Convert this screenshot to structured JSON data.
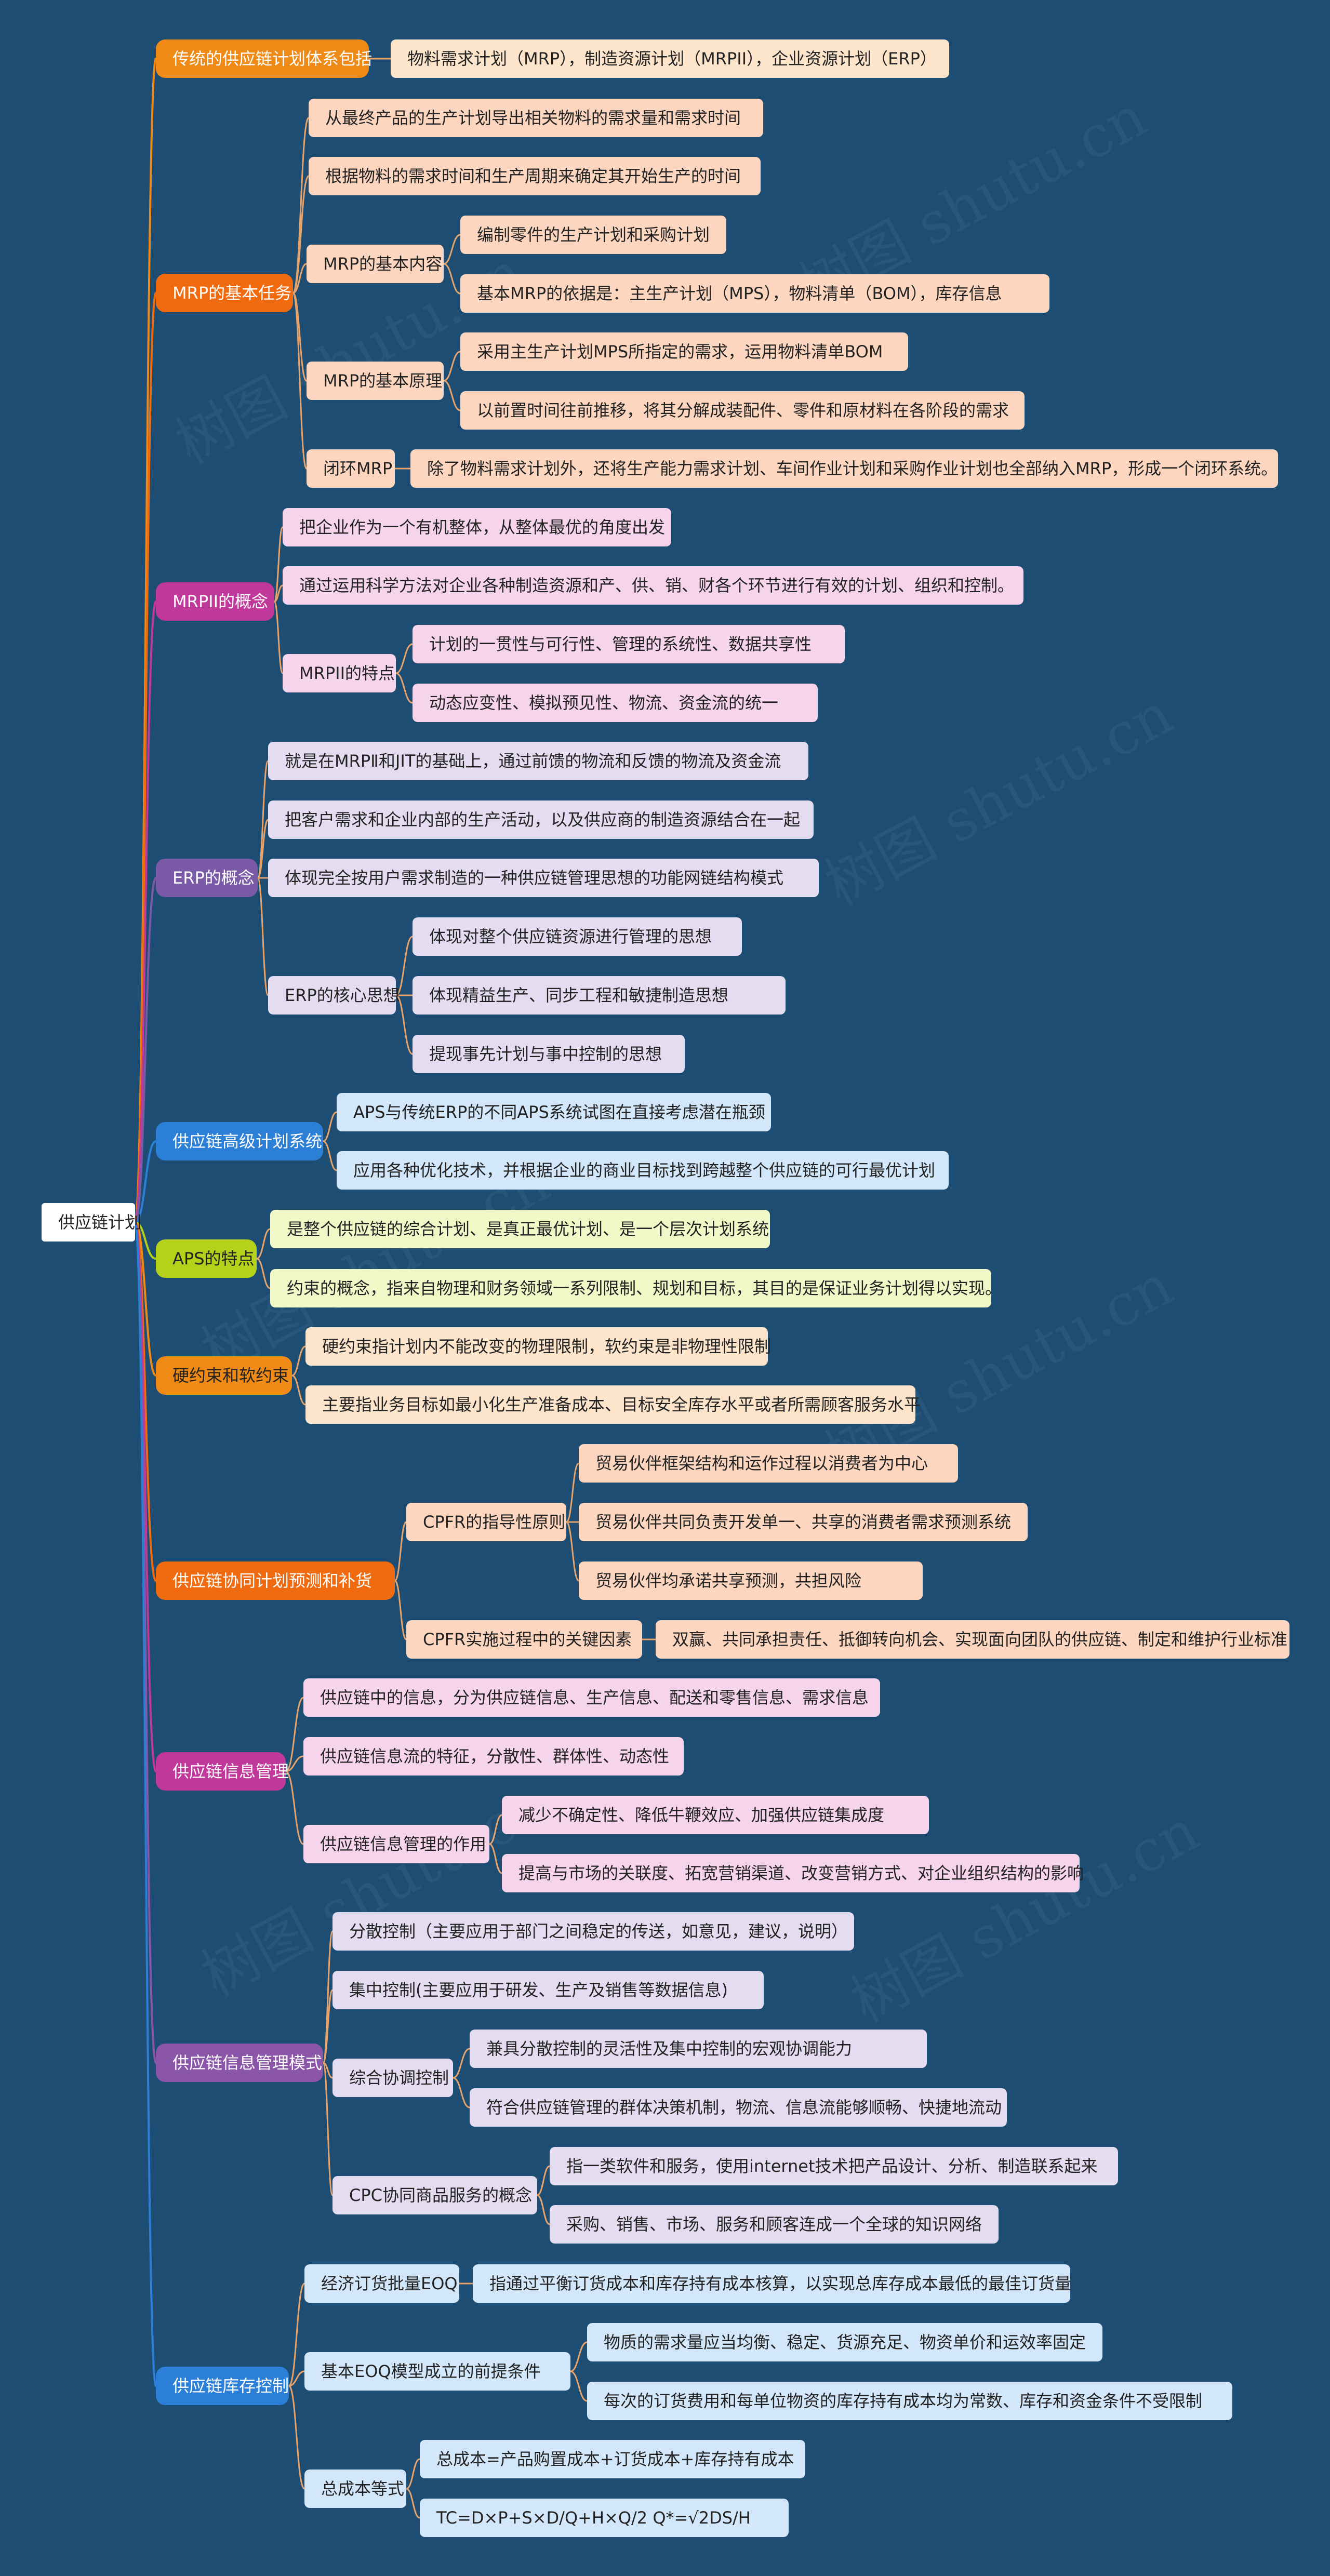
{
  "root": "供应链计划",
  "watermark": "树图 shutu.cn",
  "colors": {
    "orange": "#f08a16",
    "orange_light": "#fde5cc",
    "orange_red": "#f06a0f",
    "peach": "#fdd6bf",
    "magenta": "#c0399a",
    "pink_light": "#f6d4ec",
    "purple": "#7a5aa6",
    "lavender": "#e4dcf0",
    "blue": "#2b7fd6",
    "blue_light": "#d3e7fa",
    "lime": "#b6d11a",
    "lime_light": "#f2f7c8",
    "purple_mid": "#8b55a8"
  },
  "b": {
    "b1": {
      "label": "传统的供应链计划体系包括",
      "c1": "物料需求计划（MRP），制造资源计划（MRPII），企业资源计划（ERP）"
    },
    "b2": {
      "label": "MRP的基本任务",
      "c1": "从最终产品的生产计划导出相关物料的需求量和需求时间",
      "c2": "根据物料的需求时间和生产周期来确定其开始生产的时间",
      "c3": "MRP的基本内容",
      "c3a": "编制零件的生产计划和采购计划",
      "c3b": "基本MRP的依据是：主生产计划（MPS），物料清单（BOM），库存信息",
      "c4": "MRP的基本原理",
      "c4a": "采用主生产计划MPS所指定的需求，运用物料清单BOM",
      "c4b": "以前置时间往前推移，将其分解成装配件、零件和原材料在各阶段的需求",
      "c5": "闭环MRP",
      "c5a": "除了物料需求计划外，还将生产能力需求计划、车间作业计划和采购作业计划也全部纳入MRP，形成一个闭环系统。"
    },
    "b3": {
      "label": "MRPII的概念",
      "c1": "把企业作为一个有机整体，从整体最优的角度出发",
      "c2": "通过运用科学方法对企业各种制造资源和产、供、销、财各个环节进行有效的计划、组织和控制。",
      "c3": "MRPII的特点",
      "c3a": "计划的一贯性与可行性、管理的系统性、数据共享性",
      "c3b": "动态应变性、模拟预见性、物流、资金流的统一"
    },
    "b4": {
      "label": "ERP的概念",
      "c1": "就是在MRPⅡ和JIT的基础上，通过前馈的物流和反馈的物流及资金流",
      "c2": "把客户需求和企业内部的生产活动，以及供应商的制造资源结合在一起",
      "c3": "体现完全按用户需求制造的一种供应链管理思想的功能网链结构模式",
      "c4": "ERP的核心思想",
      "c4a": "体现对整个供应链资源进行管理的思想",
      "c4b": "体现精益生产、同步工程和敏捷制造思想",
      "c4c": "提现事先计划与事中控制的思想"
    },
    "b5": {
      "label": "供应链高级计划系统",
      "c1": "APS与传统ERP的不同APS系统试图在直接考虑潜在瓶颈",
      "c2": "应用各种优化技术，并根据企业的商业目标找到跨越整个供应链的可行最优计划"
    },
    "b6": {
      "label": "APS的特点",
      "c1": "是整个供应链的综合计划、是真正最优计划、是一个层次计划系统",
      "c2": "约束的概念，指来自物理和财务领域一系列限制、规划和目标，其目的是保证业务计划得以实现。"
    },
    "b7": {
      "label": "硬约束和软约束",
      "c1": "硬约束指计划内不能改变的物理限制，软约束是非物理性限制",
      "c2": "主要指业务目标如最小化生产准备成本、目标安全库存水平或者所需顾客服务水平"
    },
    "b8": {
      "label": "供应链协同计划预测和补货",
      "c1": "CPFR的指导性原则",
      "c1a": "贸易伙伴框架结构和运作过程以消费者为中心",
      "c1b": "贸易伙伴共同负责开发单一、共享的消费者需求预测系统",
      "c1c": "贸易伙伴均承诺共享预测，共担风险",
      "c2": "CPFR实施过程中的关键因素",
      "c2a": "双赢、共同承担责任、抵御转向机会、实现面向团队的供应链、制定和维护行业标准"
    },
    "b9": {
      "label": "供应链信息管理",
      "c1": "供应链中的信息，分为供应链信息、生产信息、配送和零售信息、需求信息",
      "c2": "供应链信息流的特征，分散性、群体性、动态性",
      "c3": "供应链信息管理的作用",
      "c3a": "减少不确定性、降低牛鞭效应、加强供应链集成度",
      "c3b": "提高与市场的关联度、拓宽营销渠道、改变营销方式、对企业组织结构的影响"
    },
    "b10": {
      "label": "供应链信息管理模式",
      "c1": "分散控制（主要应用于部门之间稳定的传送，如意见，建议，说明）",
      "c2": "集中控制(主要应用于研发、生产及销售等数据信息)",
      "c3": "综合协调控制",
      "c3a": "兼具分散控制的灵活性及集中控制的宏观协调能力",
      "c3b": "符合供应链管理的群体决策机制，物流、信息流能够顺畅、快捷地流动",
      "c4": "CPC协同商品服务的概念",
      "c4a": "指一类软件和服务，使用internet技术把产品设计、分析、制造联系起来",
      "c4b": "采购、销售、市场、服务和顾客连成一个全球的知识网络"
    },
    "b11": {
      "label": "供应链库存控制",
      "c1": "经济订货批量EOQ",
      "c1a": "指通过平衡订货成本和库存持有成本核算，以实现总库存成本最低的最佳订货量",
      "c2": "基本EOQ模型成立的前提条件",
      "c2a": "物质的需求量应当均衡、稳定、货源充足、物资单价和运效率固定",
      "c2b": "每次的订货费用和每单位物资的库存持有成本均为常数、库存和资金条件不受限制",
      "c3": "总成本等式",
      "c3a": "总成本=产品购置成本+订货成本+库存持有成本",
      "c3b": "TC=D×P+S×D/Q+H×Q/2  Q*=√2DS/H"
    }
  }
}
